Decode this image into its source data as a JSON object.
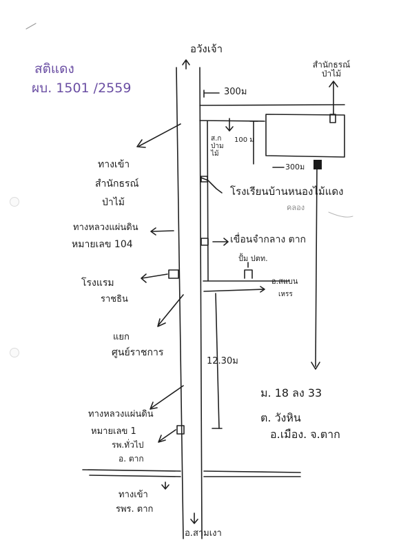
{
  "header": {
    "title": "สติแดง",
    "ref": "ผบ. 1501 /2559"
  },
  "roads": {
    "north_top": "อวังเจ้า",
    "south_bottom": "อ.สามเงา",
    "top_right": "สำนักธรณ์ ป่าไม้",
    "east_side": "อ.สแบน",
    "east_side_sub": "เหรร"
  },
  "distances": {
    "north_road": "300ม",
    "short_segment": "100 ม",
    "corner_right": "300ม",
    "vertical_long": "12.30ม"
  },
  "landmarks": {
    "office_label": "ส.ก ป่าม ไม้",
    "office_left_line1": "ทางเข้า",
    "office_left_line2": "สำนักธรณ์",
    "office_left_line3": "ป่าไม้",
    "school": "โรงเรียนบ้านหนองไม้แดง",
    "canal": "คลอง",
    "hospital_line1": "ทางหลวงแผ่นดิน",
    "hospital_line2": "หมายเลข 104",
    "dam": "เขื่อนจำกลาง ตาก",
    "pump": "ปั้ม ปตท.",
    "hotel_line1": "โรงแรม",
    "hotel_line2": "ราชธิน",
    "service_line1": "แยก",
    "service_line2": "ศูนย์ราชการ",
    "highway_line1": "ทางหลวงแผ่นดิน",
    "highway_line2": "หมายเลข 1",
    "hospital_tak_line1": "รพ.ทั่วไป",
    "hospital_tak_line2": "อ. ตาก",
    "entrance_line1": "ทางเข้า",
    "entrance_line2": "รพร. ตาก"
  },
  "address": {
    "line1": "ม. 18 ลง 33",
    "line2": "ต. วังหิน",
    "line3": "อ.เมือง. จ.ตาก"
  }
}
